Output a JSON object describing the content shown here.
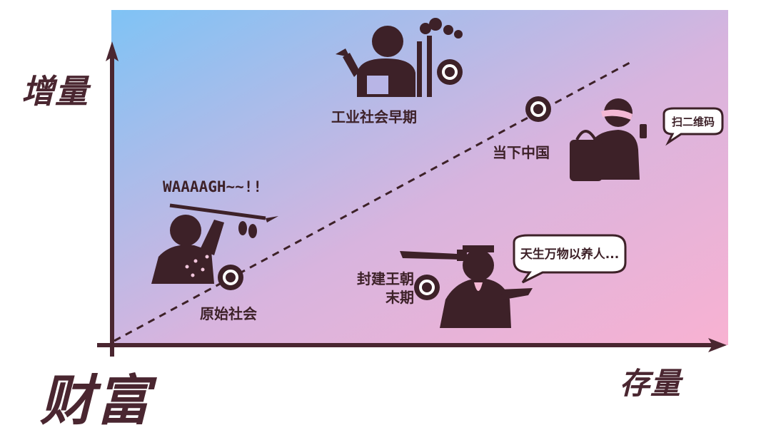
{
  "axes": {
    "y_label": "增量",
    "x_label": "存量",
    "corner_label": "财富"
  },
  "nodes": [
    {
      "id": "primitive",
      "label": "原始社会"
    },
    {
      "id": "industrial",
      "label": "工业社会早期"
    },
    {
      "id": "china",
      "label": "当下中国"
    },
    {
      "id": "feudal",
      "label": "封建王朝末期"
    }
  ],
  "feudal_label_lines": [
    "封建王朝",
    "末期"
  ],
  "speech": {
    "primitive_shout": "WAAAAGH~~!!",
    "feudal_bubble": "天生万物以养人...",
    "china_bubble": "扫二维码"
  },
  "colors": {
    "gradient_start": "#7fc3f5",
    "gradient_mid": "#c9b2e0",
    "gradient_end": "#f7b6d2",
    "ink": "#3d2128",
    "axis": "#4a2630"
  }
}
